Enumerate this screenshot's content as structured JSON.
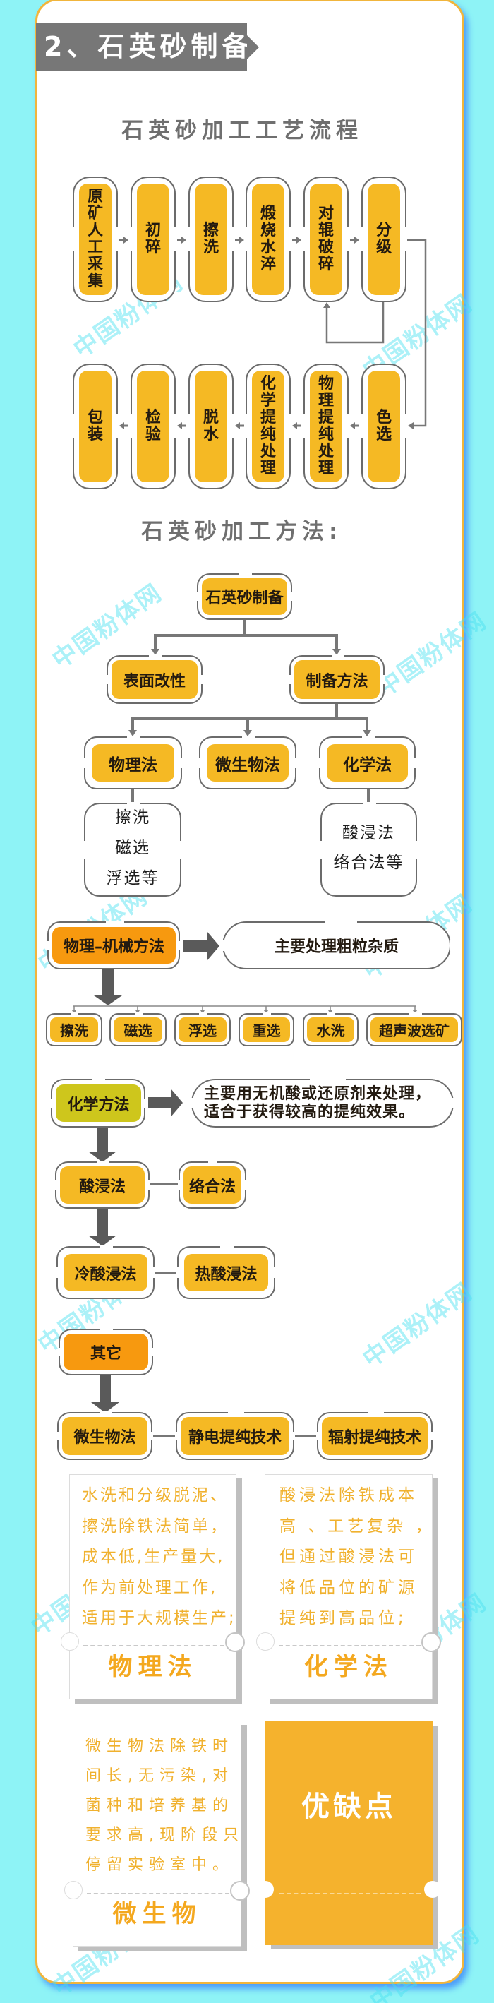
{
  "section": {
    "title": "2、石英砂制备"
  },
  "process_flow": {
    "title": "石英砂加工工艺流程",
    "steps": [
      "原矿人工采集",
      "初碎",
      "擦洗",
      "煅烧水淬",
      "对辊破碎",
      "分级",
      "色选",
      "物理提纯处理",
      "化学提纯处理",
      "脱水",
      "检验",
      "包装"
    ]
  },
  "methods_tree": {
    "title": "石英砂加工方法:",
    "root": "石英砂制备",
    "branches": [
      "表面改性",
      "制备方法"
    ],
    "methods": [
      "物理法",
      "微生物法",
      "化学法"
    ],
    "physical_examples": [
      "擦洗",
      "磁选",
      "浮选等"
    ],
    "chemical_examples": [
      "酸浸法",
      "络合法等"
    ]
  },
  "physical_mechanical": {
    "label": "物理–机械方法",
    "note": "主要处理粗粒杂质",
    "techniques": [
      "擦洗",
      "磁选",
      "浮选",
      "重选",
      "水洗",
      "超声波选矿"
    ]
  },
  "chemical": {
    "label": "化学方法",
    "note_lines": [
      "主要用无机酸或还原剂来处理，",
      "适合于获得较高的提纯效果。"
    ],
    "acid_leaching": "酸浸法",
    "complexation": "络合法",
    "cold_acid_leaching": "冷酸浸法",
    "hot_acid_leaching": "热酸浸法"
  },
  "other": {
    "label": "其它",
    "techniques": [
      "微生物法",
      "静电提纯技术",
      "辐射提纯技术"
    ]
  },
  "pros_cons": {
    "cards": [
      {
        "label": "物理法",
        "lines": [
          "水洗和分级脱泥、",
          "擦洗除铁法简单，",
          "成本低,生产量大,",
          "作为前处理工作,",
          "适用于大规模生产;"
        ]
      },
      {
        "label": "化学法",
        "lines": [
          "酸浸法除铁成本",
          "高 、工艺复杂 ，",
          "但通过酸浸法可",
          "将低品位的矿源",
          "提纯到高品位;"
        ]
      },
      {
        "label": "微生物",
        "lines": [
          "微生物法除铁时",
          "间长,无污染,对",
          "菌种和培养基的",
          "要求高,现阶段只",
          "停留实验室中。"
        ]
      }
    ],
    "summary_label": "优缺点"
  },
  "watermark": "中国粉体网",
  "colors": {
    "background": "#8ef3f6",
    "panel_border": "#f1b53c",
    "node_yellow": "#f5b924",
    "node_orange": "#f7990f",
    "node_olive": "#cec61c",
    "title_bar": "#777777",
    "card_text": "#f0b12e",
    "summary_card": "#f5b22d"
  }
}
